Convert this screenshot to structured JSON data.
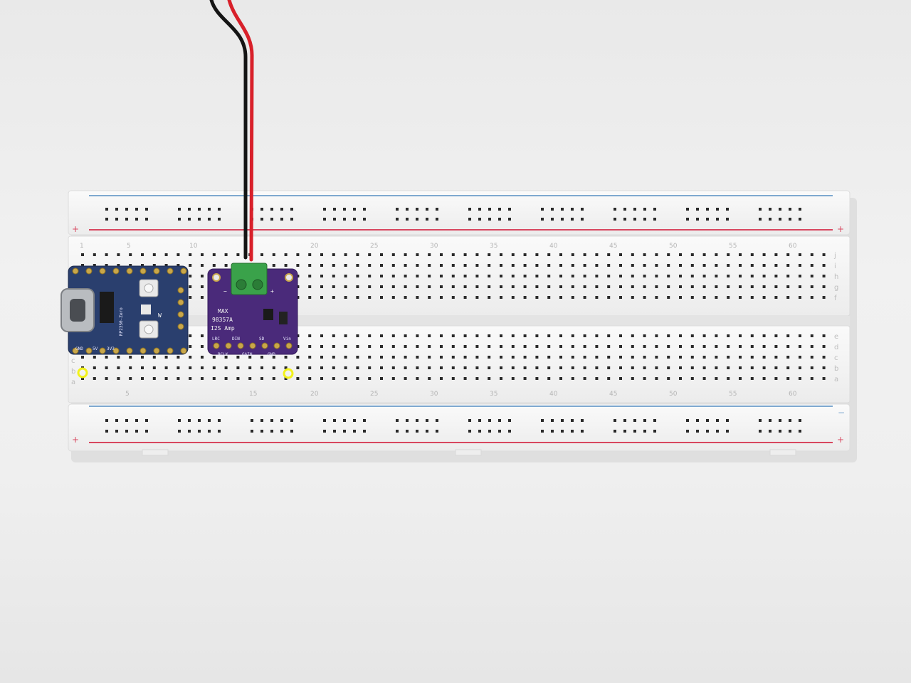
{
  "breadboard": {
    "row_numbers_top": [
      "1",
      "5",
      "10",
      "20",
      "25",
      "30",
      "35",
      "40",
      "45",
      "50",
      "55",
      "60"
    ],
    "row_numbers_bottom": [
      "5",
      "15",
      "20",
      "25",
      "30",
      "35",
      "40",
      "45",
      "50",
      "55",
      "60"
    ],
    "col_letters_top": [
      "j",
      "i",
      "h",
      "g",
      "f"
    ],
    "col_letters_bottom": [
      "e",
      "d",
      "c",
      "b",
      "a"
    ],
    "rail_plus": "+",
    "rail_minus": "−",
    "colors": {
      "board": "#f6f6f6",
      "hole": "#2a2a2a",
      "red_line": "#d8475f",
      "blue_line": "#7ea8cf"
    }
  },
  "rp2350_board": {
    "name": "RP2350-Zero",
    "pin_labels": [
      "GND",
      "5V",
      "3V3"
    ],
    "colors": {
      "pcb": "#2a3f6e",
      "usb": "#b9bcc0"
    }
  },
  "amp_board": {
    "title_line1": "MAX",
    "title_line2": "98357A",
    "title_line3": "I2S Amp",
    "pin_labels_top": [
      "LRC",
      "DIN",
      "SD"
    ],
    "pin_labels_bottom": [
      "BCLK",
      "GAIN",
      "GND"
    ],
    "pin_vin": "Vin",
    "terminal_minus": "−",
    "terminal_plus": "+",
    "colors": {
      "pcb": "#4a2a7a",
      "terminal": "#3aa24a"
    }
  },
  "markers": {
    "color": "#f2f21a",
    "items": [
      {
        "id": "left"
      },
      {
        "id": "right"
      }
    ]
  },
  "wires": {
    "red": "#d8202a",
    "black": "#151515"
  }
}
